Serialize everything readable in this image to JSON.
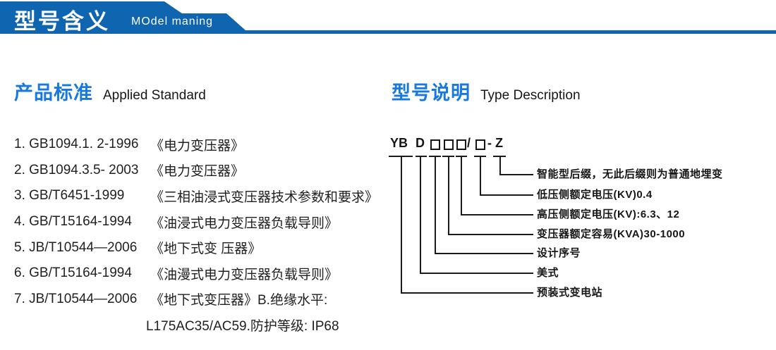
{
  "header": {
    "title_cn": "型号含义",
    "title_en": "MOdel maning"
  },
  "left": {
    "heading_cn": "产品标准",
    "heading_en": "Applied Standard",
    "items": [
      {
        "code": "1. GB1094.1. 2-1996",
        "title": "《电力变压器》"
      },
      {
        "code": "2. GB1094.3.5- 2003",
        "title": "《电力变压器》"
      },
      {
        "code": "3. GB/T6451-1999",
        "title": "《三相油浸式变压器技术参数和要求》"
      },
      {
        "code": "4. GB/T15164-1994",
        "title": "《油浸式电力变压器负载导则》"
      },
      {
        "code": "5. JB/T10544—2006",
        "title": "《地下式变 压器》"
      },
      {
        "code": "6. GB/T15164-1994",
        "title": "《油漫式电力变压器负载导则》"
      },
      {
        "code": "7. JB/T10544—2006",
        "title": "《地下式变压器》B.绝缘水平:"
      }
    ],
    "continuation": "L175AC35/AC59.防护等级: IP68"
  },
  "right": {
    "heading_cn": "型号说明",
    "heading_en": "Type Description",
    "model_code": "YB D □□□/□ - Z",
    "tokens": {
      "yb": "YB",
      "d": "D",
      "slash": "/",
      "dash": "-",
      "z": "Z"
    },
    "labels": [
      "智能型后缀，无此后缀则为普通地埋变",
      "低压侧额定电压(KV)0.4",
      "高压侧额定电压(KV):6.3、12",
      "变压器额定容易(KVA)30-1000",
      "设计序号",
      "美式",
      "预装式变电站"
    ]
  },
  "colors": {
    "header_blue": "#1065b0",
    "heading_blue": "#1779e0",
    "line_black": "#1a1a1a"
  }
}
